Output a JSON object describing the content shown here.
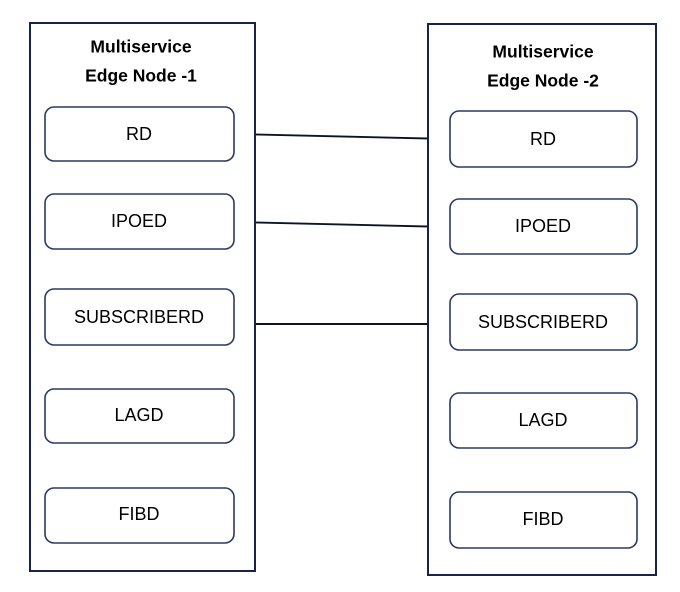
{
  "diagram": {
    "title_note": "",
    "colors": {
      "container_stroke": "#17244a",
      "box_stroke": "#2b3a62",
      "connector_stroke": "#0d1426",
      "background": "#ffffff",
      "text": "#000000"
    },
    "nodes": [
      {
        "id": "edge-node-1",
        "title_line1": "Multiservice",
        "title_line2": "Edge Node -1",
        "services": [
          {
            "id": "rd",
            "label": "RD"
          },
          {
            "id": "ipoed",
            "label": "IPOED"
          },
          {
            "id": "subscriberd",
            "label": "SUBSCRIBERD"
          },
          {
            "id": "lagd",
            "label": "LAGD"
          },
          {
            "id": "fibd",
            "label": "FIBD"
          }
        ]
      },
      {
        "id": "edge-node-2",
        "title_line1": "Multiservice",
        "title_line2": "Edge Node -2",
        "services": [
          {
            "id": "rd",
            "label": "RD"
          },
          {
            "id": "ipoed",
            "label": "IPOED"
          },
          {
            "id": "subscriberd",
            "label": "SUBSCRIBERD"
          },
          {
            "id": "lagd",
            "label": "LAGD"
          },
          {
            "id": "fibd",
            "label": "FIBD"
          }
        ]
      }
    ],
    "connections": [
      {
        "id": "rd-link",
        "from": "edge-node-1.rd",
        "to": "edge-node-2.rd"
      },
      {
        "id": "ipoed-link",
        "from": "edge-node-1.ipoed",
        "to": "edge-node-2.ipoed"
      },
      {
        "id": "subscriberd-link",
        "from": "edge-node-1.subscriberd",
        "to": "edge-node-2.subscriberd"
      }
    ]
  }
}
